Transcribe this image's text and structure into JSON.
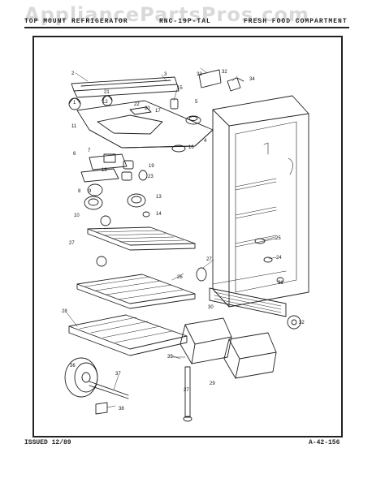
{
  "header": {
    "watermark": "AppliancePartsPros.com",
    "left_text": "TOP MOUNT REFRIGERATOR",
    "mid_text": "RNC-19P-TAL",
    "right_text": "FRESH FOOD COMPARTMENT"
  },
  "footer": {
    "issued": "ISSUED 12/89",
    "doc_number": "A-42-156"
  },
  "callouts": {
    "c1": "1",
    "c2": "2",
    "c3": "3",
    "c4": "4",
    "c5": "5",
    "c6": "6",
    "c7": "7",
    "c8": "8",
    "c9": "9",
    "c10": "10",
    "c11": "11",
    "c12": "12",
    "c13": "13",
    "c14": "14",
    "c15": "15",
    "c16": "16",
    "c17": "17",
    "c18": "18",
    "c19": "19",
    "c20": "20",
    "c21": "21",
    "c22": "22",
    "c23": "23",
    "c24": "24",
    "c25": "25",
    "c26": "26",
    "c27": "27",
    "c27b": "27",
    "c27c": "27",
    "c28": "28",
    "c29": "29",
    "c30": "30",
    "c31": "31",
    "c32": "32",
    "c32b": "32",
    "c33": "33",
    "c34": "34",
    "c35": "35",
    "c36": "36",
    "c37": "37",
    "c38": "38"
  }
}
